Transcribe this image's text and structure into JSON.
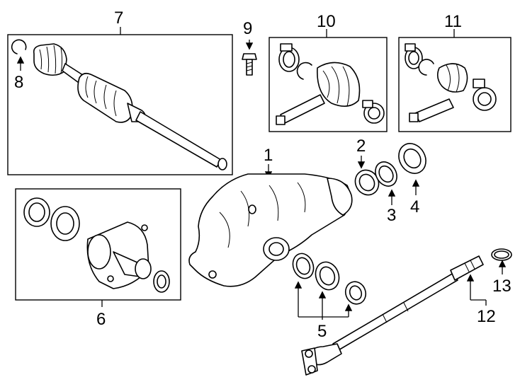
{
  "callouts": {
    "n1": "1",
    "n2": "2",
    "n3": "3",
    "n4": "4",
    "n5": "5",
    "n6": "6",
    "n7": "7",
    "n8": "8",
    "n9": "9",
    "n10": "10",
    "n11": "11",
    "n12": "12",
    "n13": "13"
  },
  "colors": {
    "line": "#000000",
    "background": "#ffffff"
  }
}
